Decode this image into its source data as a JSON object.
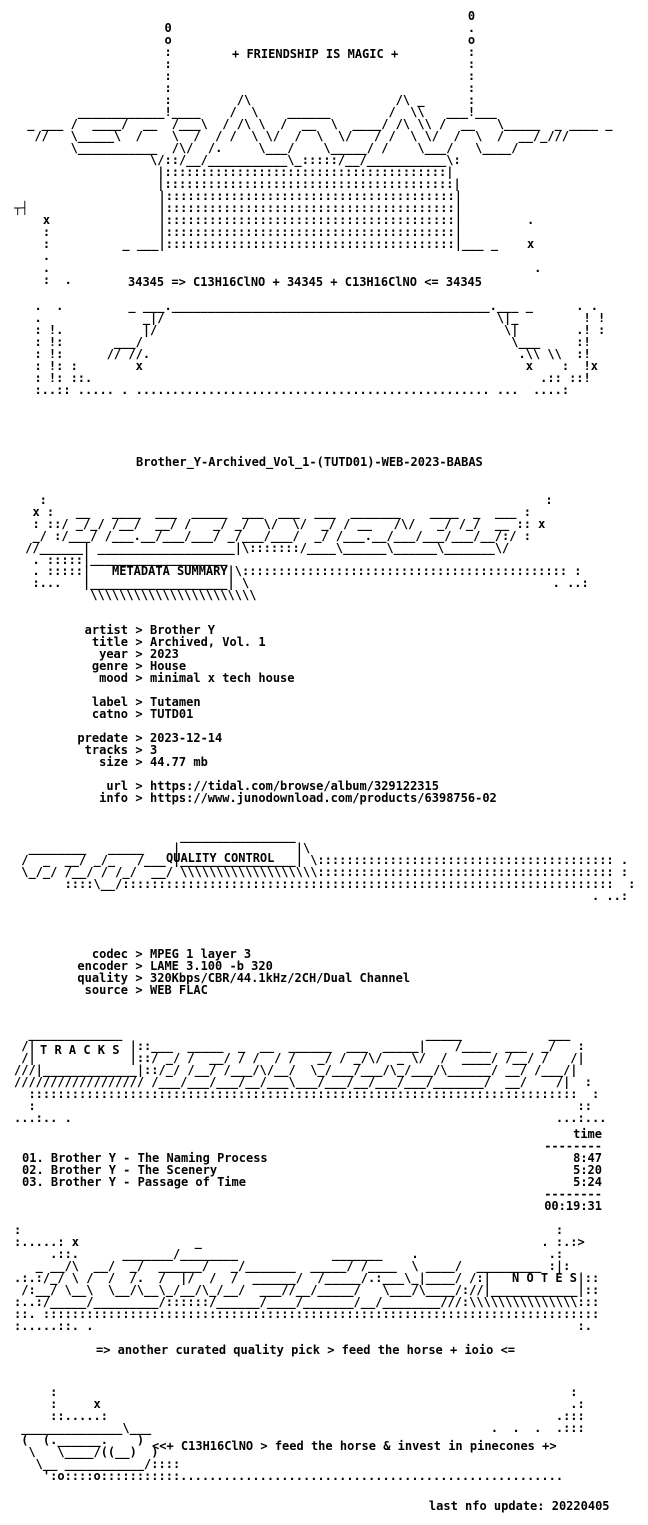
{
  "header": {
    "slogan": "+ FRIENDSHIP IS MAGIC +",
    "formula": "34345 => C13H16ClNO + 34345 + C13H16ClNO <= 34345"
  },
  "release_name": "Brother_Y-Archived_Vol_1-(TUTD01)-WEB-2023-BABAS",
  "metadata": {
    "section_title": "METADATA SUMMARY",
    "groups": [
      [
        {
          "key": "artist",
          "value": "Brother Y"
        },
        {
          "key": "title",
          "value": "Archived, Vol. 1"
        },
        {
          "key": "year",
          "value": "2023"
        },
        {
          "key": "genre",
          "value": "House"
        },
        {
          "key": "mood",
          "value": "minimal x tech house"
        }
      ],
      [
        {
          "key": "label",
          "value": "Tutamen"
        },
        {
          "key": "catno",
          "value": "TUTD01"
        }
      ],
      [
        {
          "key": "predate",
          "value": "2023-12-14"
        },
        {
          "key": "tracks",
          "value": "3"
        },
        {
          "key": "size",
          "value": "44.77 mb"
        }
      ],
      [
        {
          "key": "url",
          "value": "https://tidal.com/browse/album/329122315"
        },
        {
          "key": "info",
          "value": "https://www.junodownload.com/products/6398756-02"
        }
      ]
    ]
  },
  "quality": {
    "section_title": "QUALITY CONTROL",
    "rows": [
      {
        "key": "codec",
        "value": "MPEG 1 layer 3"
      },
      {
        "key": "encoder",
        "value": "LAME 3.100 -b 320"
      },
      {
        "key": "quality",
        "value": "320Kbps/CBR/44.1kHz/2CH/Dual Channel"
      },
      {
        "key": "source",
        "value": "WEB FLAC"
      }
    ]
  },
  "tracks": {
    "section_title": "T R A C K S",
    "time_header": "time",
    "separator": "--------",
    "items": [
      {
        "title": "01. Brother Y - The Naming Process",
        "time": "8:47"
      },
      {
        "title": "02. Brother Y - The Scenery",
        "time": "5:20"
      },
      {
        "title": "03. Brother Y - Passage of Time",
        "time": "5:24"
      }
    ],
    "total": "00:19:31"
  },
  "notes": {
    "section_title": "N O T E S",
    "text": "=> another curated quality pick > feed the horse + ioio <="
  },
  "footer": {
    "slogan": "<<+ C13H16ClNO > feed the horse & invest in pinecones +>",
    "last_update_label": "last nfo update:",
    "last_update_value": "20220405"
  },
  "colors": {
    "text": "#000000",
    "background": "#ffffff"
  }
}
